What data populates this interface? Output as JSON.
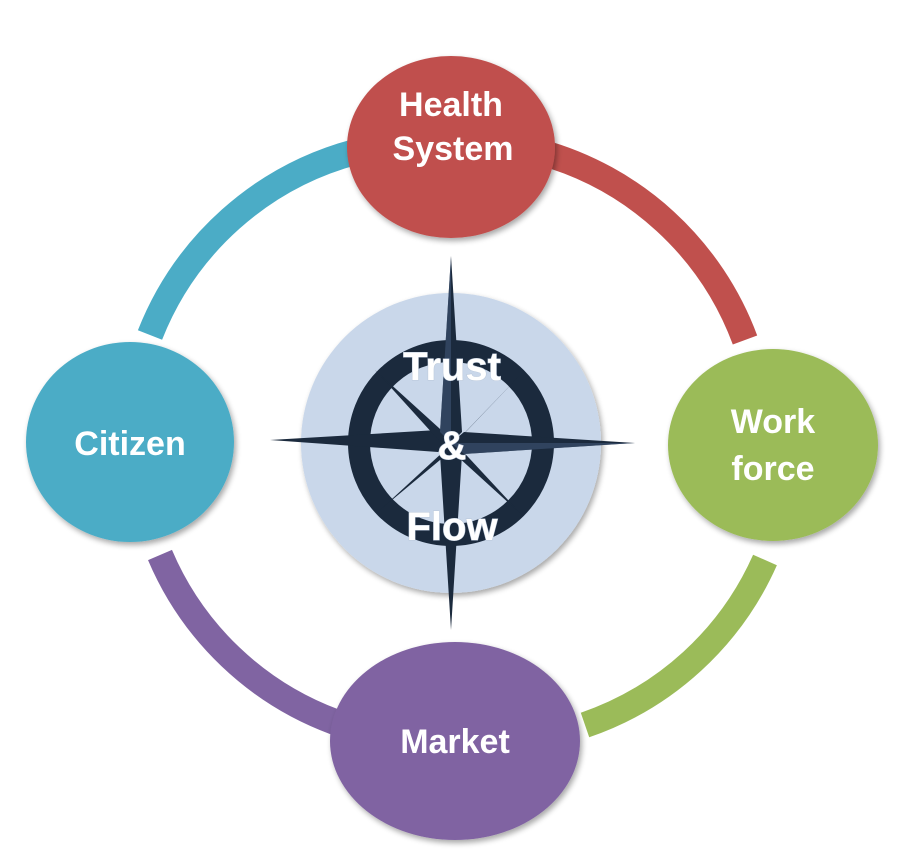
{
  "diagram": {
    "center": {
      "line1": "Trust",
      "line2": "&",
      "line3": "Flow"
    },
    "nodes": {
      "health_system": {
        "line1": "Health",
        "line2": "System"
      },
      "workforce": {
        "line1": "Work",
        "line2": "force"
      },
      "market": {
        "label": "Market"
      },
      "citizen": {
        "label": "Citizen"
      }
    },
    "colors": {
      "health_system": "#c0504d",
      "workforce": "#9bbb59",
      "market": "#8064a2",
      "citizen": "#4bacc6",
      "center_disc": "#c9d7ea",
      "compass": "#1b2a3d"
    }
  }
}
